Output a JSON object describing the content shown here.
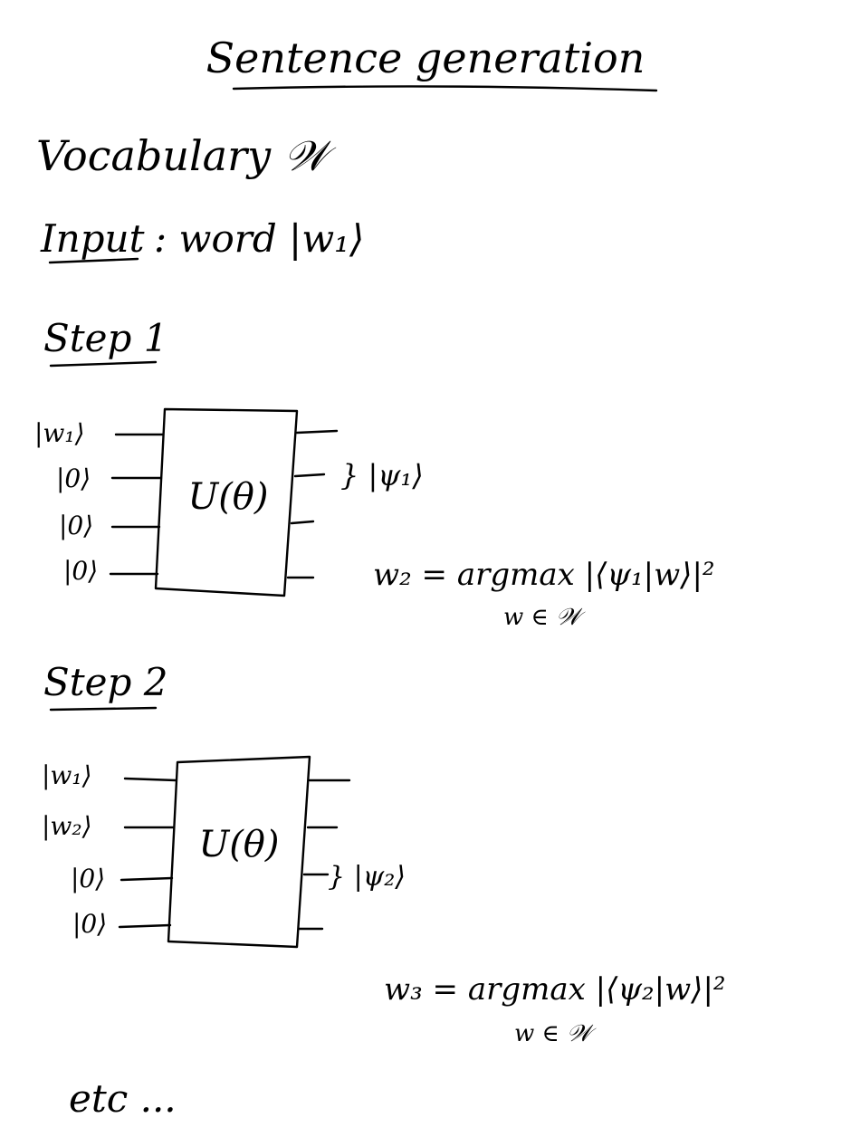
{
  "title": "Sentence generation",
  "vocabulary": {
    "text": "Vocabulary 𝒲"
  },
  "input": {
    "label": "Input",
    "text": ": word |w₁⟩"
  },
  "step1": {
    "heading": "Step 1",
    "gate": "U(θ)",
    "inputs": [
      "|w₁⟩",
      "|0⟩",
      "|0⟩",
      "|0⟩"
    ],
    "output_state": "} |ψ₁⟩",
    "formula": "w₂ = argmax |⟨ψ₁|w⟩|²",
    "formula_sub": "w ∈ 𝒲"
  },
  "step2": {
    "heading": "Step 2",
    "gate": "U(θ)",
    "inputs": [
      "|w₁⟩",
      "|w₂⟩",
      "|0⟩",
      "|0⟩"
    ],
    "output_state": "} |ψ₂⟩",
    "formula": "w₃ = argmax |⟨ψ₂|w⟩|²",
    "formula_sub": "w ∈ 𝒲"
  },
  "footer": "etc ..."
}
